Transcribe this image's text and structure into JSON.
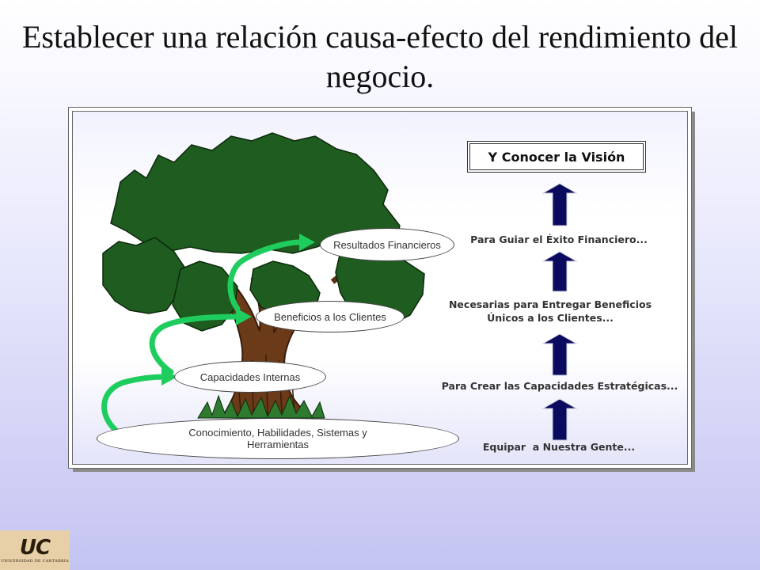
{
  "title": "Establecer una relación causa-efecto del rendimiento del negocio.",
  "ovals": {
    "financieros": "Resultados Financieros",
    "clientes": "Beneficios a los Clientes",
    "capacidades": "Capacidades Internas",
    "conocimiento": "Conocimiento, Habilidades, Sistemas y Herramientas"
  },
  "vision": "Y  Conocer la Visión",
  "steps": {
    "guiar": "Para Guiar el Éxito Financiero...",
    "necesarias": "Necesarias para Entregar Beneficios Únicos a los Clientes...",
    "crear": "Para Crear las Capacidades Estratégicas...",
    "equipar": "Equipar  a Nuestra Gente..."
  },
  "logo": {
    "mark": "UC",
    "sub": "UNIVERSIDAD DE CANTABRIA"
  },
  "colors": {
    "foliage": "#1f5c20",
    "trunk": "#6b3a18",
    "arrow_green": "#1fcc5e",
    "arrow_navy": "#0a0a5e"
  }
}
